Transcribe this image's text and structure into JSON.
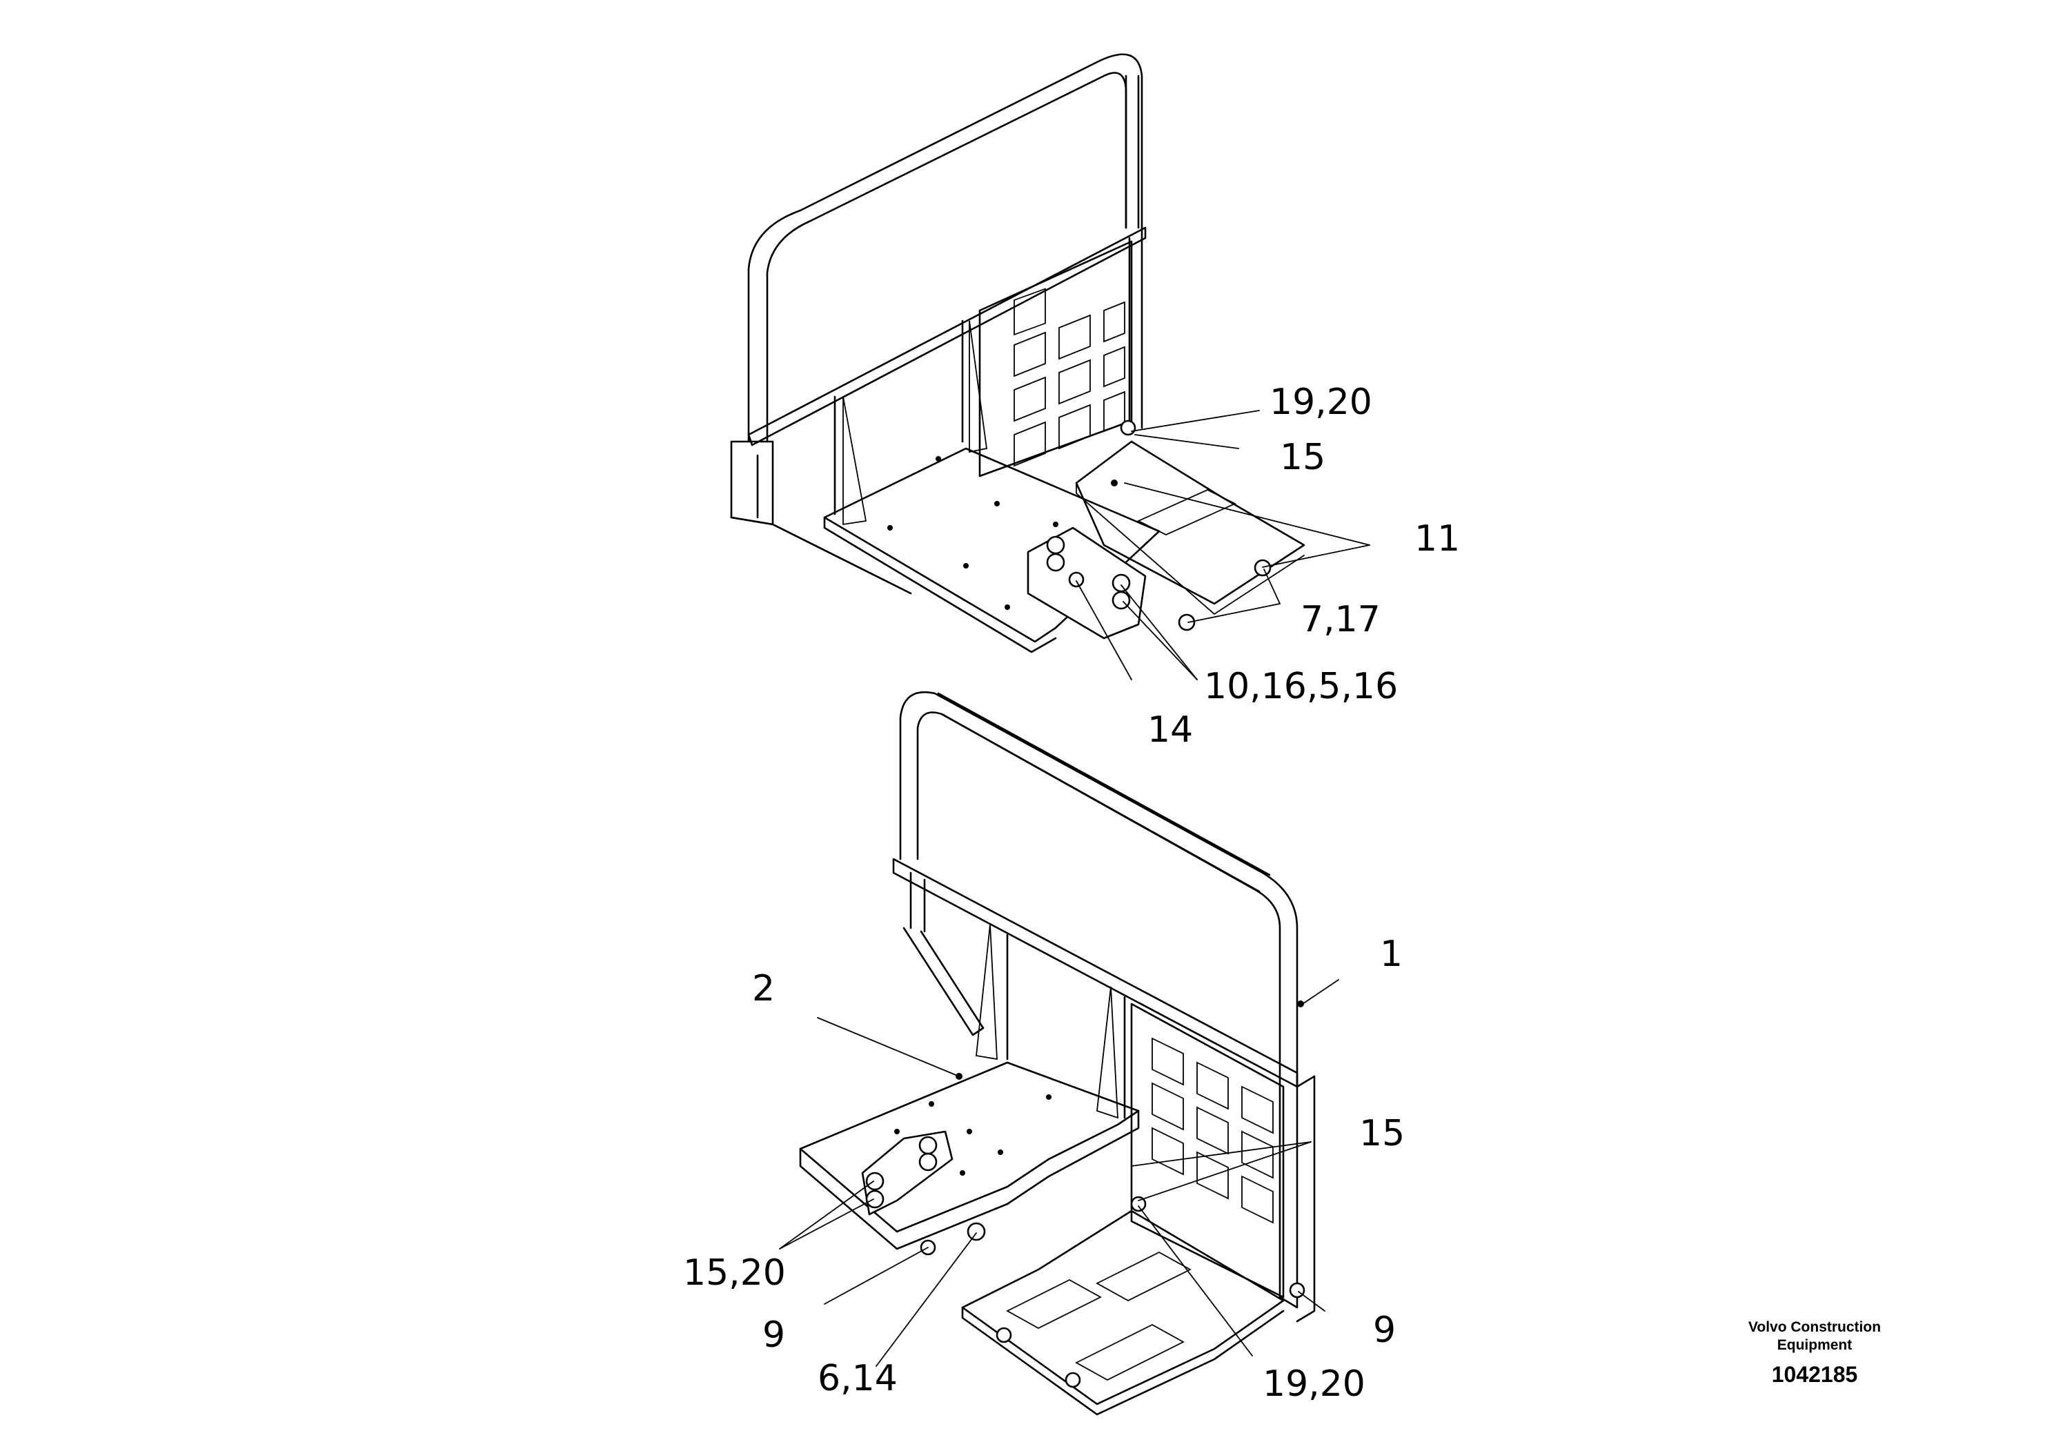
{
  "callouts_upper": {
    "c1920": "19,20",
    "c15": "15",
    "c11": "11",
    "c717": "7,17",
    "c1016": "10,16,5,16",
    "c14": "14"
  },
  "callouts_lower": {
    "c1": "1",
    "c2": "2",
    "c15": "15",
    "c1520": "15,20",
    "c9left": "9",
    "c614": "6,14",
    "c1920": "19,20",
    "c9right": "9"
  },
  "footer": {
    "brand_line1": "Volvo Construction",
    "brand_line2": "Equipment",
    "reference": "1042185"
  }
}
